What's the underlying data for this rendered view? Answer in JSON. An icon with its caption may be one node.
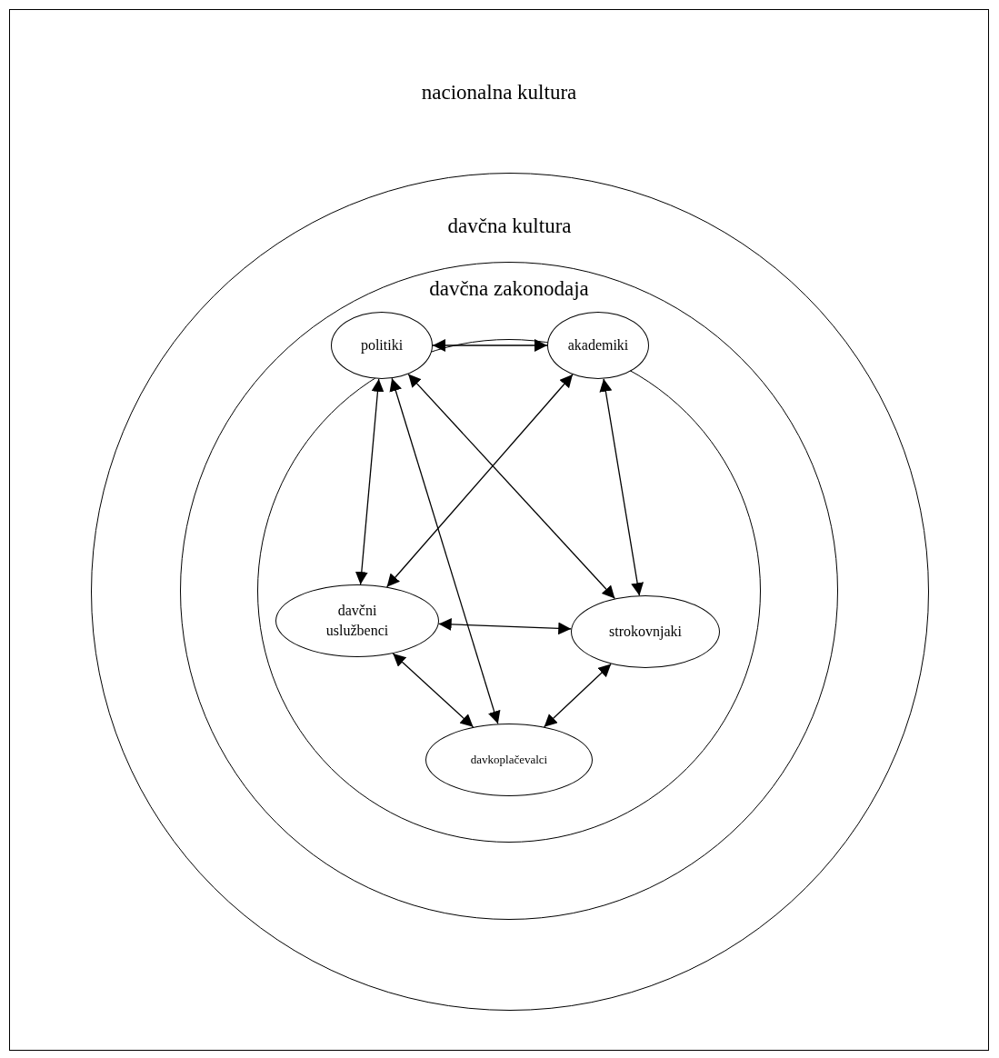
{
  "diagram": {
    "nodes": [
      {
        "text": [
          "nacionalna kultura"
        ]
      },
      {
        "text": [
          "davčna kultura"
        ],
        "in": 0
      },
      {
        "text": [
          "davčna zakonodaja"
        ],
        "in": 1
      },
      {
        "text": [],
        "shape": "circle",
        "in": 2
      },
      {
        "text": [
          "politiki"
        ],
        "in": 3
      },
      {
        "text": [
          "akademiki"
        ],
        "in": 3
      },
      {
        "text": [
          "davčni uslužbenci"
        ],
        "in": 3
      },
      {
        "text": [
          "strokovnjaki"
        ],
        "in": 3
      },
      {
        "text": [
          "davkoplačevalci"
        ],
        "in": 3
      }
    ],
    "edges": [
      {
        "from": 4,
        "to": 5,
        "arrow": "both"
      },
      {
        "from": 4,
        "to": 6,
        "arrow": "both"
      },
      {
        "from": 4,
        "to": 7,
        "arrow": "both"
      },
      {
        "from": 4,
        "to": 8,
        "arrow": "both"
      },
      {
        "from": 5,
        "to": 7,
        "arrow": "both"
      },
      {
        "from": 5,
        "to": 6,
        "arrow": "both"
      },
      {
        "from": 6,
        "to": 7,
        "arrow": "both"
      },
      {
        "from": 6,
        "to": 8,
        "arrow": "both"
      },
      {
        "from": 7,
        "to": 8,
        "arrow": "both"
      }
    ]
  }
}
